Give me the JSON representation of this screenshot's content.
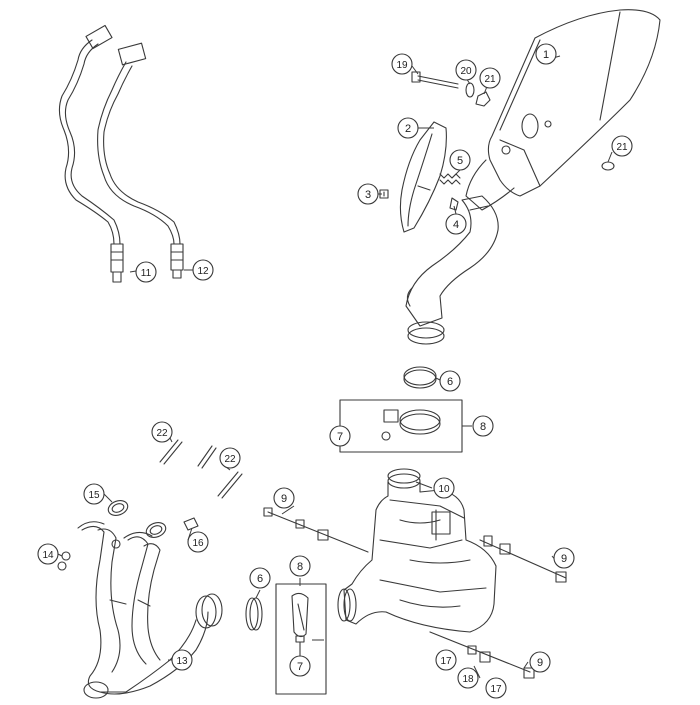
{
  "callouts": [
    {
      "id": "c1",
      "label": "1"
    },
    {
      "id": "c2",
      "label": "2"
    },
    {
      "id": "c3",
      "label": "3"
    },
    {
      "id": "c4",
      "label": "4"
    },
    {
      "id": "c5",
      "label": "5"
    },
    {
      "id": "c6a",
      "label": "6"
    },
    {
      "id": "c6b",
      "label": "6"
    },
    {
      "id": "c7a",
      "label": "7"
    },
    {
      "id": "c7b",
      "label": "7"
    },
    {
      "id": "c8a",
      "label": "8"
    },
    {
      "id": "c8b",
      "label": "8"
    },
    {
      "id": "c9a",
      "label": "9"
    },
    {
      "id": "c9b",
      "label": "9"
    },
    {
      "id": "c9c",
      "label": "9"
    },
    {
      "id": "c10",
      "label": "10"
    },
    {
      "id": "c11",
      "label": "11"
    },
    {
      "id": "c12",
      "label": "12"
    },
    {
      "id": "c13",
      "label": "13"
    },
    {
      "id": "c14",
      "label": "14"
    },
    {
      "id": "c15",
      "label": "15"
    },
    {
      "id": "c16",
      "label": "16"
    },
    {
      "id": "c17a",
      "label": "17"
    },
    {
      "id": "c17b",
      "label": "17"
    },
    {
      "id": "c18",
      "label": "18"
    },
    {
      "id": "c19",
      "label": "19"
    },
    {
      "id": "c20",
      "label": "20"
    },
    {
      "id": "c21a",
      "label": "21"
    },
    {
      "id": "c21b",
      "label": "21"
    },
    {
      "id": "c22a",
      "label": "22"
    },
    {
      "id": "c22b",
      "label": "22"
    }
  ],
  "colors": {
    "line": "#3a3a3a",
    "fill": "#ffffff",
    "shade": "#cfcfcf"
  }
}
